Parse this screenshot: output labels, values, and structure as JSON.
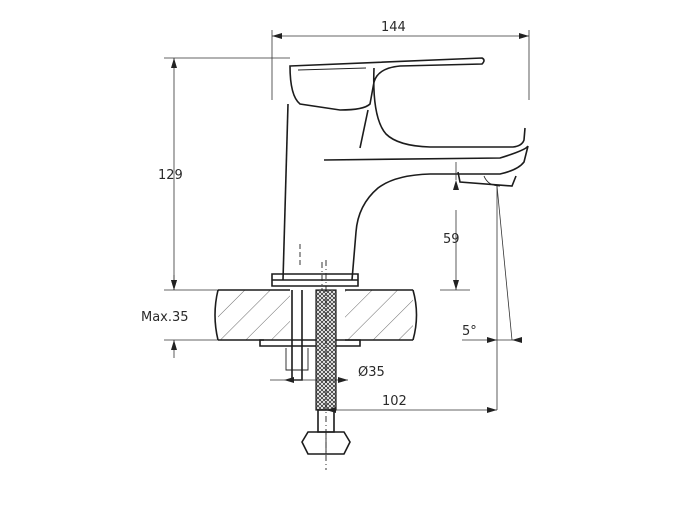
{
  "dimensions": {
    "width_top": "144",
    "height_total": "129",
    "spout_clearance": "59",
    "max_deck": "Max.35",
    "hole_diameter": "Ø35",
    "reach": "102",
    "angle": "5°"
  }
}
